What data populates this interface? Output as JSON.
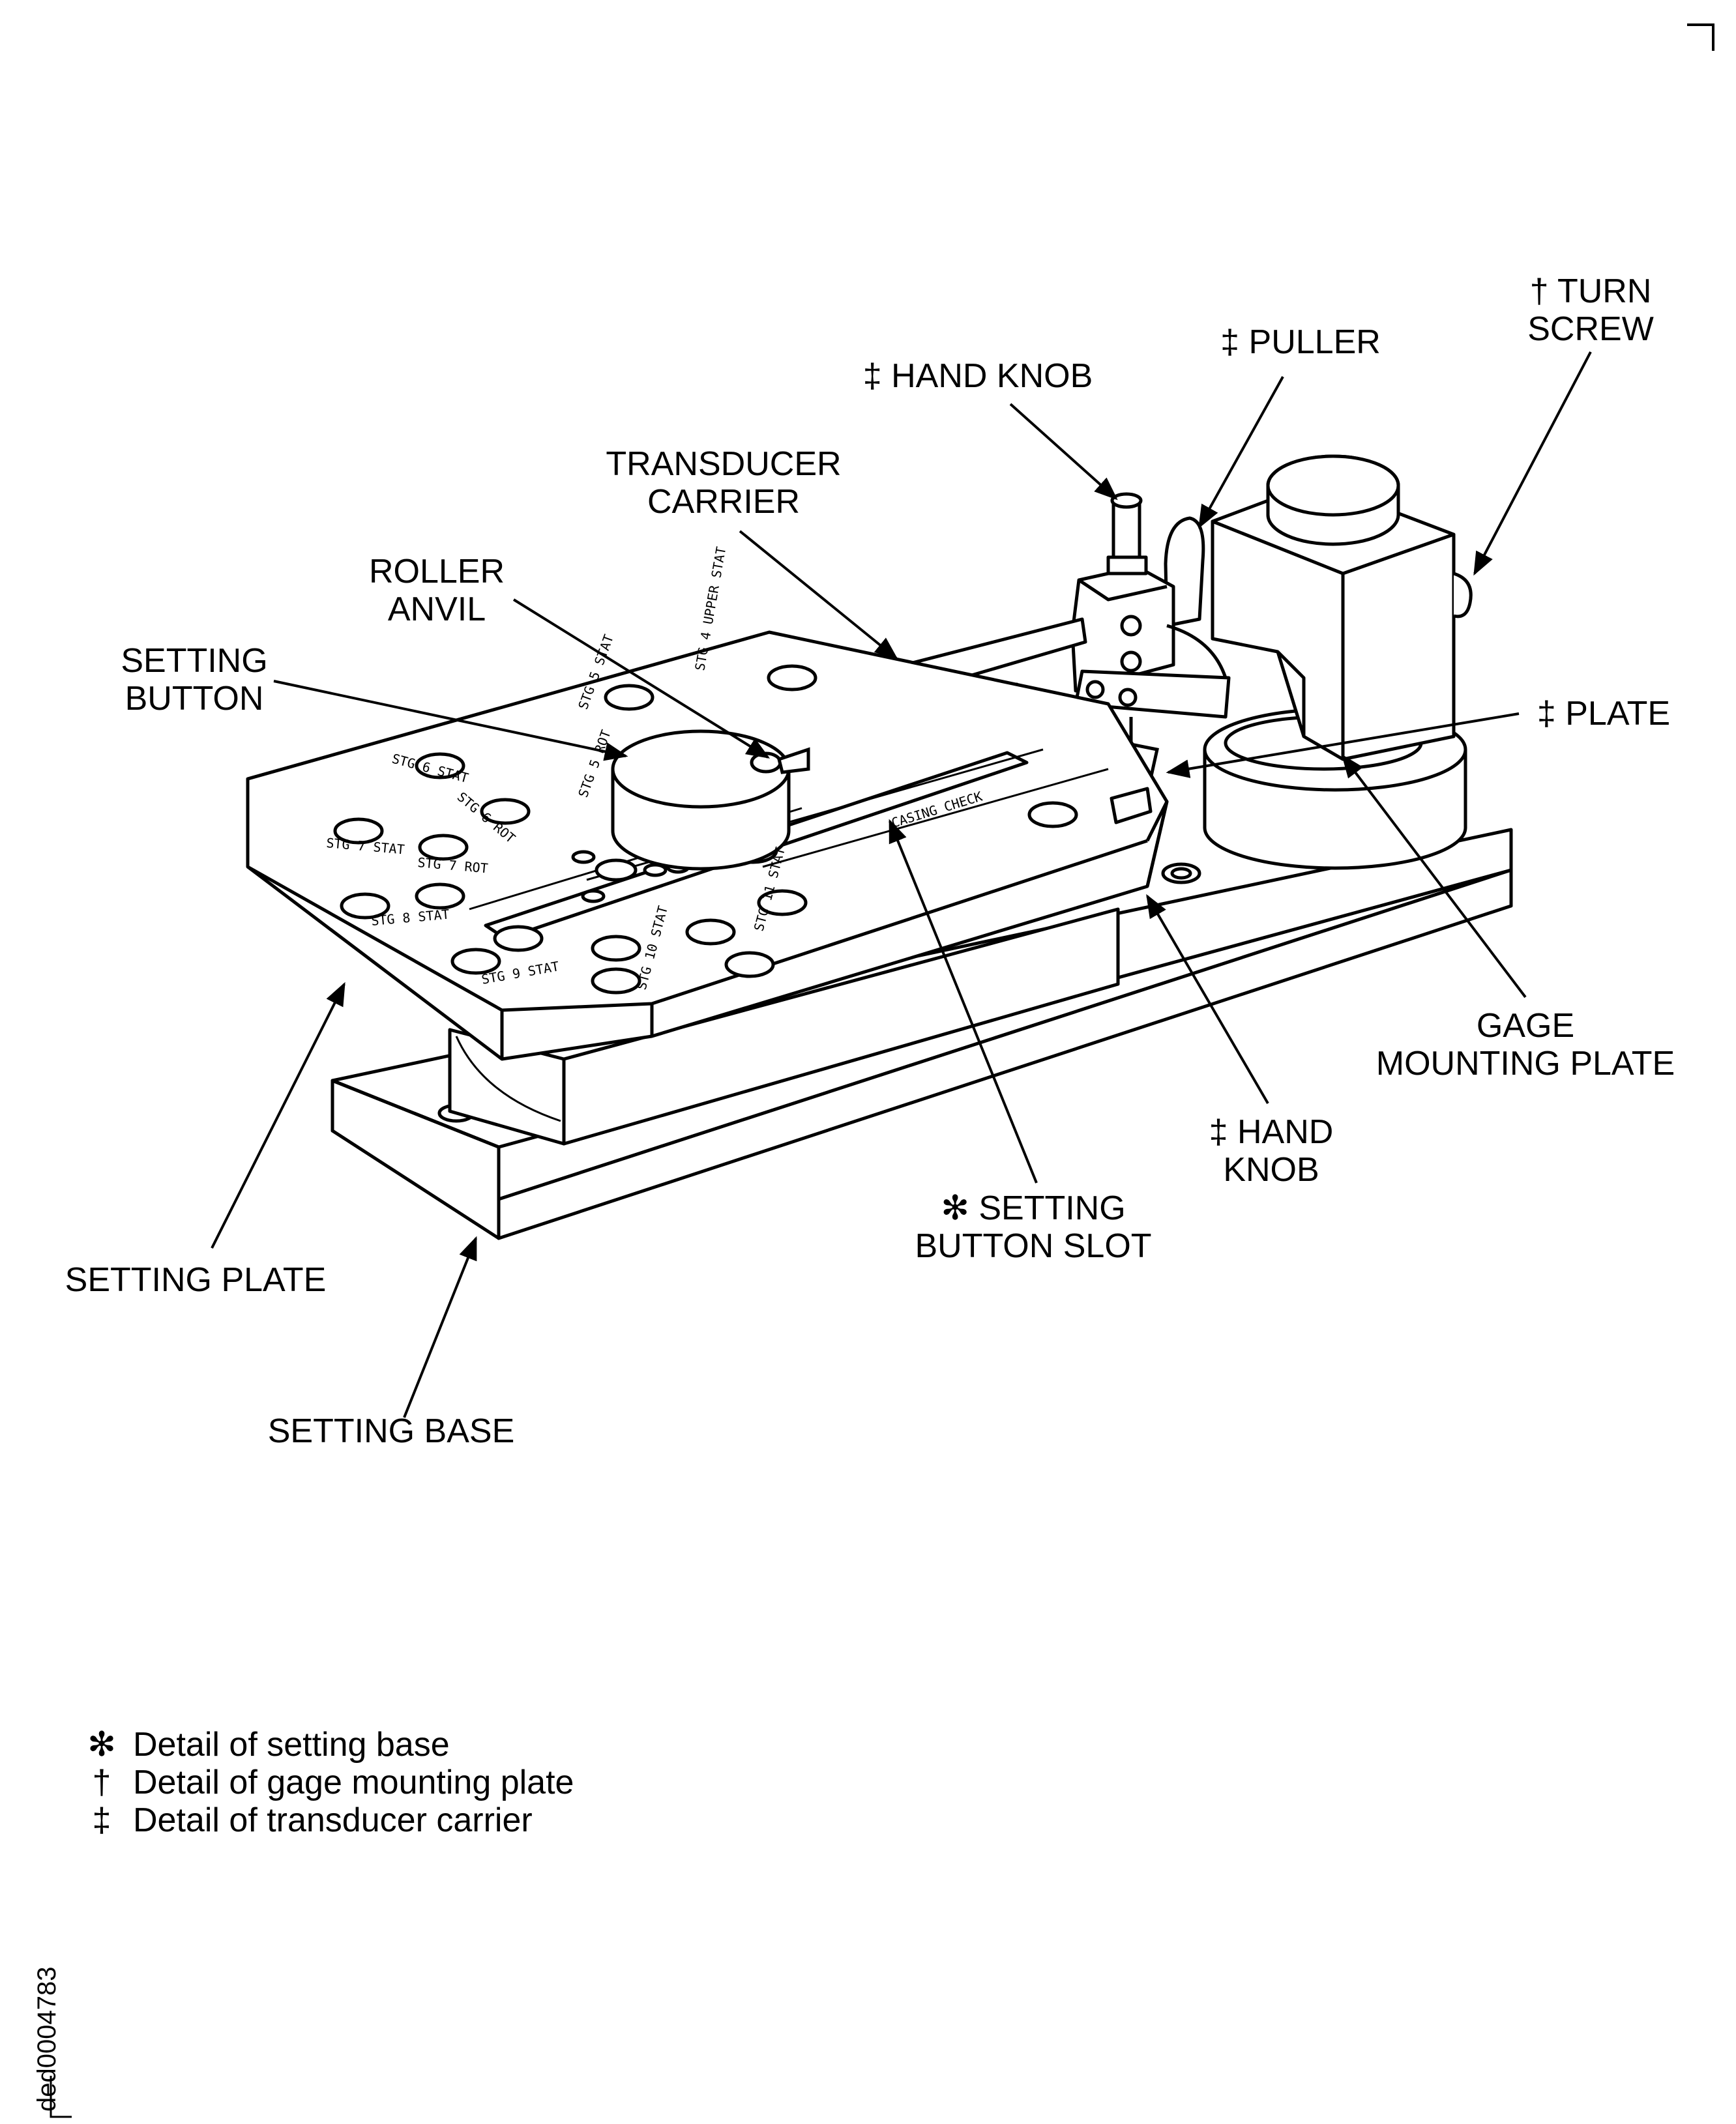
{
  "labels": {
    "turn_screw": [
      "† TURN",
      "SCREW"
    ],
    "puller": "‡ PULLER",
    "hand_knob_top": "‡ HAND KNOB",
    "transducer_carrier": [
      "TRANSDUCER",
      "CARRIER"
    ],
    "roller_anvil": [
      "ROLLER",
      "ANVIL"
    ],
    "setting_button": [
      "SETTING",
      "BUTTON"
    ],
    "plate": "‡ PLATE",
    "gage_mounting_plate": [
      "GAGE",
      "MOUNTING PLATE"
    ],
    "hand_knob_bottom": [
      "‡ HAND",
      "KNOB"
    ],
    "setting_button_slot": [
      "✻ SETTING",
      "BUTTON SLOT"
    ],
    "setting_plate": "SETTING PLATE",
    "setting_base": "SETTING BASE"
  },
  "plate_markings": {
    "stg5_stat": "STG 5 STAT",
    "stg5_rot": "STG 5 ROT",
    "stg6_stat": "STG 6 STAT",
    "stg6_rot": "STG 6 ROT",
    "stg7_stat": "STG 7 STAT",
    "stg7_rot": "STG 7 ROT",
    "stg8_stat": "STG 8 STAT",
    "stg9_stat": "STG 9 STAT",
    "stg4_upper": "STG 4 UPPER STAT",
    "casing_check": "CASING CHECK",
    "stg10_stat": "STG 10 STAT",
    "stg11_stat": "STG 11 STAT"
  },
  "legend": [
    {
      "symbol": "✻",
      "text": "Detail of setting base"
    },
    {
      "symbol": "†",
      "text": "Detail of gage mounting plate"
    },
    {
      "symbol": "‡",
      "text": "Detail of transducer carrier"
    }
  ],
  "reference_code": "ded0004783"
}
